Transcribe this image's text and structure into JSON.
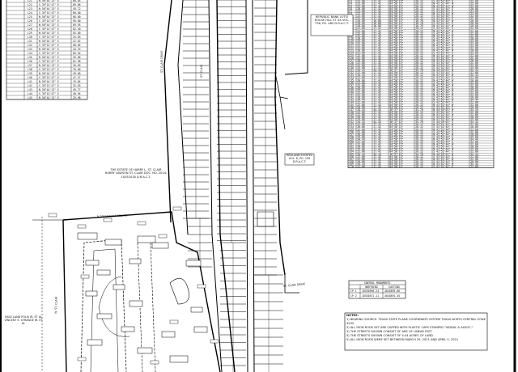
{
  "title": "",
  "left_table": {
    "rows": [
      [
        "21",
        "N 50°44'13\" E",
        "68.85"
      ],
      [
        "22",
        "S 39°15'47\" E",
        "69.86"
      ],
      [
        "23",
        "N 50°44'13\" E",
        "49.72"
      ],
      [
        "24",
        "S 39°15'47\" E",
        "60.00"
      ],
      [
        "25",
        "N 50°44'13\" E",
        "60.00"
      ],
      [
        "26",
        "S 39°15'47\" E",
        "95.00"
      ],
      [
        "27",
        "N 50°44'13\" E",
        "69.95"
      ],
      [
        "28",
        "S 39°15'47\" E",
        "82.50"
      ],
      [
        "29",
        "N 50°44'13\" E",
        "65.00"
      ],
      [
        "30",
        "S 39°15'47\" E",
        "25.83"
      ],
      [
        "31",
        "N 50°44'13\" E",
        "22.62"
      ],
      [
        "32",
        "S 39°15'47\" E",
        "60.85"
      ],
      [
        "33",
        "N 50°44'13\" E",
        "44.33"
      ],
      [
        "34",
        "S 39°15'47\" E",
        "85.54"
      ],
      [
        "35",
        "N 50°44'13\" E",
        "39.06"
      ],
      [
        "36",
        "S 39°15'47\" E",
        "61.98"
      ],
      [
        "37",
        "N 50°44'13\" E",
        "20.83"
      ],
      [
        "38",
        "S 39°15'47\" E",
        "70.00"
      ],
      [
        "39",
        "N 50°44'13\" E",
        "49.06"
      ],
      [
        "40",
        "S 39°15'47\" E",
        "47.37"
      ],
      [
        "41",
        "N 50°44'13\" E",
        "19.84"
      ],
      [
        "42",
        "S 39°15'47\" E",
        "32.83"
      ],
      [
        "43",
        "N 50°44'13\" E",
        "49.77"
      ],
      [
        "44",
        "S 39°15'47\" E",
        "49.94"
      ],
      [
        "45",
        "N 50°44'13\" E",
        "29.98"
      ]
    ]
  },
  "right_table": {
    "rows": [
      [
        "1",
        "34.44",
        "44.44",
        "46°37'14\"",
        "34.70",
        "N 44°49'01\" W",
        "34.44"
      ],
      [
        "2",
        "22.00",
        "17.42",
        "84°50'15\"",
        "20.12",
        "S 41°52'44\" E",
        "22.00"
      ],
      [
        "3",
        "22.00",
        "17.42",
        "84°50'15\"",
        "20.12",
        "S 41°52'44\" E",
        "22.00"
      ],
      [
        "4",
        "25.00",
        "17.42",
        "84°50'15\"",
        "20.12",
        "N 41°52'44\" W",
        "25.00"
      ],
      [
        "5",
        "22.00",
        "17.42",
        "84°50'15\"",
        "20.12",
        "N 41°52'44\" W",
        "22.00"
      ],
      [
        "6",
        "20.00",
        "17.42",
        "84°50'15\"",
        "20.12",
        "S 41°52'44\" E",
        "20.00"
      ],
      [
        "7",
        "21.00",
        "17.42",
        "84°50'15\"",
        "20.12",
        "S 41°52'44\" E",
        "21.00"
      ],
      [
        "8",
        "22.00",
        "17.42",
        "84°50'15\"",
        "20.12",
        "N 41°52'44\" W",
        "22.00"
      ],
      [
        "9",
        "22.00",
        "17.42",
        "84°50'15\"",
        "20.12",
        "S 41°52'44\" E",
        "22.00"
      ],
      [
        "10",
        "22.00",
        "17.42",
        "84°50'15\"",
        "20.12",
        "S 41°52'44\" E",
        "22.00"
      ],
      [
        "11",
        "20.00",
        "16.08",
        "84°50'15\"",
        "18.78",
        "N 41°52'44\" W",
        "20.00"
      ],
      [
        "12",
        "20.00",
        "16.08",
        "84°50'15\"",
        "18.78",
        "S 41°52'44\" E",
        "20.00"
      ],
      [
        "13",
        "20.00",
        "16.08",
        "84°50'15\"",
        "18.78",
        "N 41°52'44\" W",
        "20.00"
      ],
      [
        "14",
        "22.00",
        "17.42",
        "84°50'15\"",
        "20.12",
        "S 41°52'44\" E",
        "22.00"
      ],
      [
        "15",
        "22.00",
        "17.42",
        "84°50'15\"",
        "20.12",
        "N 41°52'44\" W",
        "22.00"
      ],
      [
        "16",
        "22.00",
        "17.42",
        "84°50'15\"",
        "20.12",
        "S 41°52'44\" E",
        "22.00"
      ],
      [
        "17",
        "22.00",
        "17.42",
        "84°50'15\"",
        "20.12",
        "N 41°52'44\" W",
        "22.00"
      ],
      [
        "18",
        "20.00",
        "17.42",
        "84°50'15\"",
        "20.12",
        "S 41°52'44\" E",
        "20.00"
      ],
      [
        "19",
        "25.00",
        "17.42",
        "84°50'15\"",
        "20.12",
        "N 41°52'44\" W",
        "25.00"
      ],
      [
        "20",
        "22.00",
        "17.42",
        "84°50'15\"",
        "20.12",
        "S 41°52'44\" E",
        "22.00"
      ],
      [
        "21",
        "22.00",
        "17.42",
        "84°50'15\"",
        "20.12",
        "N 41°52'44\" W",
        "22.00"
      ],
      [
        "22",
        "22.00",
        "17.42",
        "84°50'15\"",
        "20.12",
        "S 41°52'44\" E",
        "22.00"
      ],
      [
        "23",
        "20.00",
        "17.42",
        "84°50'15\"",
        "20.12",
        "N 41°52'44\" W",
        "20.00"
      ],
      [
        "24",
        "22.00",
        "17.42",
        "84°50'15\"",
        "20.12",
        "S 41°52'44\" E",
        "22.00"
      ],
      [
        "25",
        "22.00",
        "17.42",
        "84°50'15\"",
        "20.12",
        "N 41°52'44\" W",
        "22.00"
      ],
      [
        "26",
        "22.00",
        "17.42",
        "84°50'15\"",
        "20.12",
        "S 41°52'44\" E",
        "22.00"
      ],
      [
        "27",
        "20.00",
        "17.42",
        "84°50'15\"",
        "20.12",
        "N 41°52'44\" W",
        "20.00"
      ],
      [
        "28",
        "22.00",
        "17.42",
        "84°50'15\"",
        "20.12",
        "S 41°52'44\" E",
        "22.00"
      ],
      [
        "29",
        "22.00",
        "17.42",
        "84°50'15\"",
        "20.12",
        "N 41°52'44\" W",
        "22.00"
      ],
      [
        "30",
        "25.00",
        "17.42",
        "84°50'15\"",
        "20.12",
        "S 41°52'44\" E",
        "25.00"
      ],
      [
        "31",
        "34.44",
        "44.44",
        "46°37'14\"",
        "34.70",
        "N 44°49'01\" W",
        "34.44"
      ],
      [
        "32",
        "22.00",
        "17.42",
        "84°50'15\"",
        "20.12",
        "S 41°52'44\" E",
        "22.00"
      ],
      [
        "33",
        "34.44",
        "17.42",
        "84°50'15\"",
        "20.12",
        "N 41°52'44\" W",
        "34.44"
      ],
      [
        "34",
        "22.00",
        "17.42",
        "84°50'15\"",
        "20.12",
        "S 41°52'44\" E",
        "22.00"
      ],
      [
        "35",
        "20.00",
        "17.42",
        "84°50'15\"",
        "20.12",
        "N 41°52'44\" W",
        "20.00"
      ],
      [
        "36",
        "22.00",
        "17.42",
        "84°50'15\"",
        "20.12",
        "S 41°52'44\" E",
        "22.00"
      ],
      [
        "37",
        "22.00",
        "17.42",
        "84°50'15\"",
        "20.12",
        "N 41°52'44\" W",
        "22.00"
      ],
      [
        "38",
        "20.00",
        "17.42",
        "84°50'15\"",
        "20.12",
        "S 41°52'44\" E",
        "20.00"
      ],
      [
        "39",
        "25.00",
        "17.42",
        "84°50'15\"",
        "20.12",
        "N 41°52'44\" W",
        "25.00"
      ],
      [
        "40",
        "22.00",
        "17.42",
        "84°50'15\"",
        "20.12",
        "S 41°52'44\" E",
        "22.00"
      ],
      [
        "41",
        "22.00",
        "17.42",
        "84°50'15\"",
        "20.12",
        "N 41°52'44\" W",
        "22.00"
      ],
      [
        "42",
        "20.00",
        "17.42",
        "84°50'15\"",
        "20.12",
        "S 41°52'44\" E",
        "20.00"
      ],
      [
        "43",
        "34.44",
        "17.42",
        "84°50'15\"",
        "20.12",
        "N 41°52'44\" W",
        "34.44"
      ],
      [
        "44",
        "22.00",
        "17.42",
        "84°50'15\"",
        "20.12",
        "S 41°52'44\" E",
        "22.00"
      ],
      [
        "45",
        "22.00",
        "17.42",
        "84°50'15\"",
        "20.12",
        "N 41°52'44\" W",
        "22.00"
      ],
      [
        "46",
        "20.00",
        "17.42",
        "84°50'15\"",
        "20.12",
        "S 41°52'44\" E",
        "20.00"
      ],
      [
        "47",
        "34.44",
        "44.44",
        "46°37'14\"",
        "34.70",
        "N 44°49'01\" W",
        "34.44"
      ],
      [
        "48",
        "22.00",
        "17.42",
        "84°50'15\"",
        "20.12",
        "S 41°52'44\" E",
        "22.00"
      ],
      [
        "49",
        "22.00",
        "17.42",
        "84°50'15\"",
        "20.12",
        "N 41°52'44\" W",
        "22.00"
      ],
      [
        "50",
        "20.00",
        "17.42",
        "84°50'15\"",
        "20.12",
        "S 41°52'44\" E",
        "20.00"
      ],
      [
        "51",
        "25.00",
        "17.42",
        "84°50'15\"",
        "20.12",
        "N 41°52'44\" W",
        "25.00"
      ],
      [
        "52",
        "34.44",
        "44.44",
        "46°37'14\"",
        "34.70",
        "S 44°49'01\" E",
        "34.44"
      ],
      [
        "53",
        "22.00",
        "17.42",
        "84°50'15\"",
        "20.12",
        "N 41°52'44\" W",
        "22.00"
      ],
      [
        "54",
        "20.00",
        "17.42",
        "84°50'15\"",
        "20.12",
        "S 41°52'44\" E",
        "20.00"
      ],
      [
        "55",
        "22.00",
        "17.42",
        "84°50'15\"",
        "20.12",
        "N 41°52'44\" W",
        "22.00"
      ],
      [
        "56",
        "22.00",
        "17.42",
        "84°50'15\"",
        "20.12",
        "S 41°52'44\" E",
        "22.00"
      ],
      [
        "57",
        "20.00",
        "17.42",
        "84°50'15\"",
        "20.12",
        "N 41°52'44\" W",
        "20.00"
      ],
      [
        "58",
        "25.00",
        "17.42",
        "84°50'15\"",
        "20.12",
        "S 41°52'44\" E",
        "25.00"
      ],
      [
        "59",
        "34.44",
        "17.42",
        "84°50'15\"",
        "20.12",
        "N 41°52'44\" W",
        "34.44"
      ],
      [
        "60",
        "22.00",
        "17.42",
        "84°50'15\"",
        "20.12",
        "S 41°52'44\" E",
        "22.00"
      ],
      [
        "61",
        "22.00",
        "17.42",
        "84°50'15\"",
        "20.12",
        "N 41°52'44\" W",
        "22.00"
      ],
      [
        "62",
        "20.00",
        "17.42",
        "84°50'15\"",
        "20.12",
        "S 41°52'44\" E",
        "20.00"
      ],
      [
        "63",
        "25.00",
        "17.42",
        "84°50'15\"",
        "20.12",
        "N 41°52'44\" W",
        "25.00"
      ],
      [
        "64",
        "22.00",
        "17.42",
        "84°50'15\"",
        "20.12",
        "S 41°52'44\" E",
        "22.00"
      ],
      [
        "65",
        "34.44",
        "44.44",
        "46°37'14\"",
        "34.70",
        "N 44°49'01\" W",
        "34.44"
      ],
      [
        "66",
        "22.00",
        "17.42",
        "84°50'15\"",
        "20.12",
        "S 41°52'44\" E",
        "22.00"
      ],
      [
        "67",
        "22.00",
        "17.42",
        "84°50'15\"",
        "20.12",
        "N 41°52'44\" W",
        "22.00"
      ],
      [
        "68",
        "20.00",
        "17.42",
        "84°50'15\"",
        "20.12",
        "S 41°52'44\" E",
        "20.00"
      ],
      [
        "69",
        "34.44",
        "17.42",
        "84°50'15\"",
        "20.12",
        "N 41°52'44\" W",
        "34.44"
      ],
      [
        "70",
        "22.00",
        "17.42",
        "84°50'15\"",
        "20.12",
        "S 41°52'44\" E",
        "22.00"
      ]
    ]
  },
  "labels": {
    "republic_bank": "REPUBLIC BANK LOTS/ ROUSE HILL ET UX VOL. 756, PG. 485 D.R.A.C.T.",
    "estate": "THE ESTATE OF HARRY L. ST. CLAIR",
    "estate_sub": "HARRY LAWSON ST. CLAIR DOC. NO. 2014-1S052018 D.R.A.C.T.",
    "redland": "REDLAND ESTATES VOL. 8, PG. 159 D.R.A.C.T.",
    "bearing_top": "N 50°23'51\" E 361.53'",
    "st_clair_drive": "ST. CLAIR DRIVE",
    "street_left": "W. ST. CLAIR",
    "owner_left": "EASE LAND POLIS JR. ET AL",
    "owner_left_sub": "VINCENT E. STRANGE JR. ET AL",
    "st_clair_center": "ST. CLAIR",
    "road_vertical": "ST. CLAIR DRIVE"
  },
  "control_table": {
    "header": "CONTROL MONUMENTS",
    "col1": "NORTHING",
    "col2": "EASTING",
    "rows": [
      [
        "CP 1",
        "10530596.24",
        "4045895.86"
      ],
      [
        "CP 2",
        "10530571.11",
        "4045891.45"
      ]
    ]
  },
  "notes": {
    "header": "NOTES:",
    "items": [
      "1) BEARING SOURCE: TEXAS STATE PLANE COORDINATE SYSTEM TEXAS NORTH CENTRAL ZONE 4202.",
      "2) ALL IRON RODS SET ARE CAPPED WITH PLASTIC CAPS STAMPED \"VIDDAL & ASSOC.\"",
      "3) THE STREETS SHOWN CONSIST OF ARE OF LINEAR FEET",
      "4) THE STREETS SHOWN CONSIST OF 4.04 ACRES OF LAND",
      "5) ALL IRON RODS WERE SET BETWEEN MARCH 29, 2021 AND APRIL 5, 2021"
    ]
  }
}
